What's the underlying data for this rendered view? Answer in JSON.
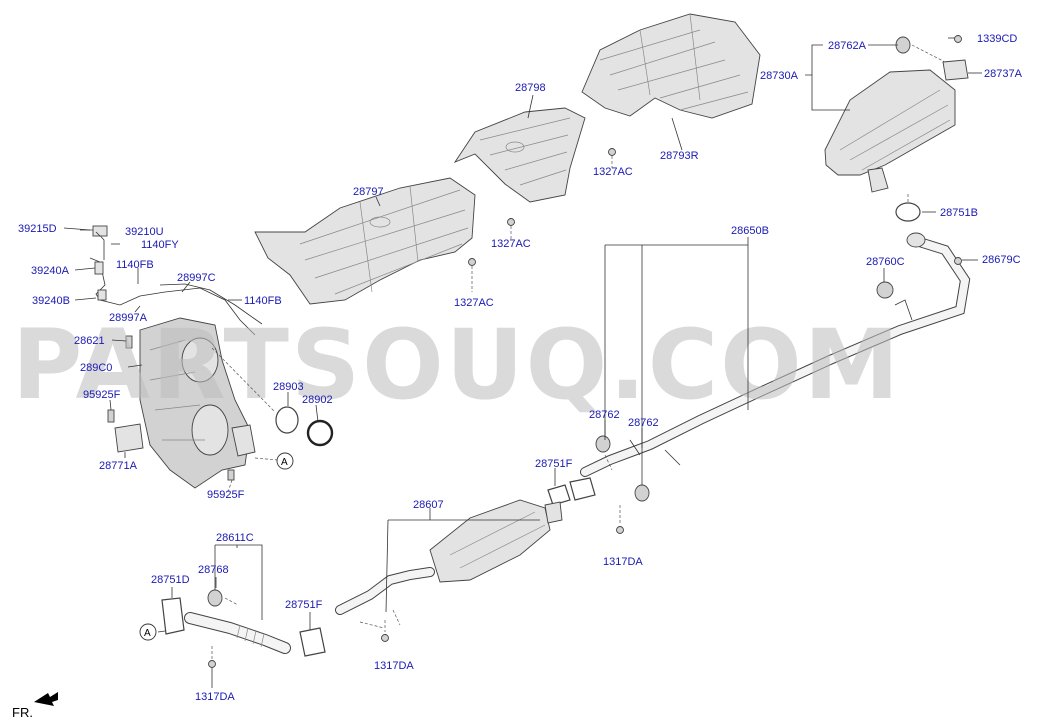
{
  "watermark": "PARTSOUQ.COM",
  "direction_label": "FR.",
  "circle_ref": "A",
  "labels": {
    "l_39215D": "39215D",
    "l_39210U": "39210U",
    "l_1140FY": "1140FY",
    "l_39240A": "39240A",
    "l_1140FB_1": "1140FB",
    "l_28997C": "28997C",
    "l_39240B": "39240B",
    "l_1140FB_2": "1140FB",
    "l_28997A": "28997A",
    "l_28621": "28621",
    "l_289C0": "289C0",
    "l_95925F_1": "95925F",
    "l_28771A": "28771A",
    "l_95925F_2": "95925F",
    "l_28903": "28903",
    "l_28902": "28902",
    "l_28797": "28797",
    "l_1327AC_1": "1327AC",
    "l_1327AC_2": "1327AC",
    "l_28798": "28798",
    "l_1327AC_3": "1327AC",
    "l_28793R": "28793R",
    "l_28762A": "28762A",
    "l_1339CD": "1339CD",
    "l_28730A": "28730A",
    "l_28737A": "28737A",
    "l_28751B": "28751B",
    "l_28650B": "28650B",
    "l_28760C": "28760C",
    "l_28679C": "28679C",
    "l_28762_1": "28762",
    "l_28762_2": "28762",
    "l_28751F_1": "28751F",
    "l_28607": "28607",
    "l_1317DA_1": "1317DA",
    "l_28611C": "28611C",
    "l_28751D": "28751D",
    "l_28768": "28768",
    "l_28751F_2": "28751F",
    "l_1317DA_2": "1317DA",
    "l_1317DA_3": "1317DA"
  }
}
